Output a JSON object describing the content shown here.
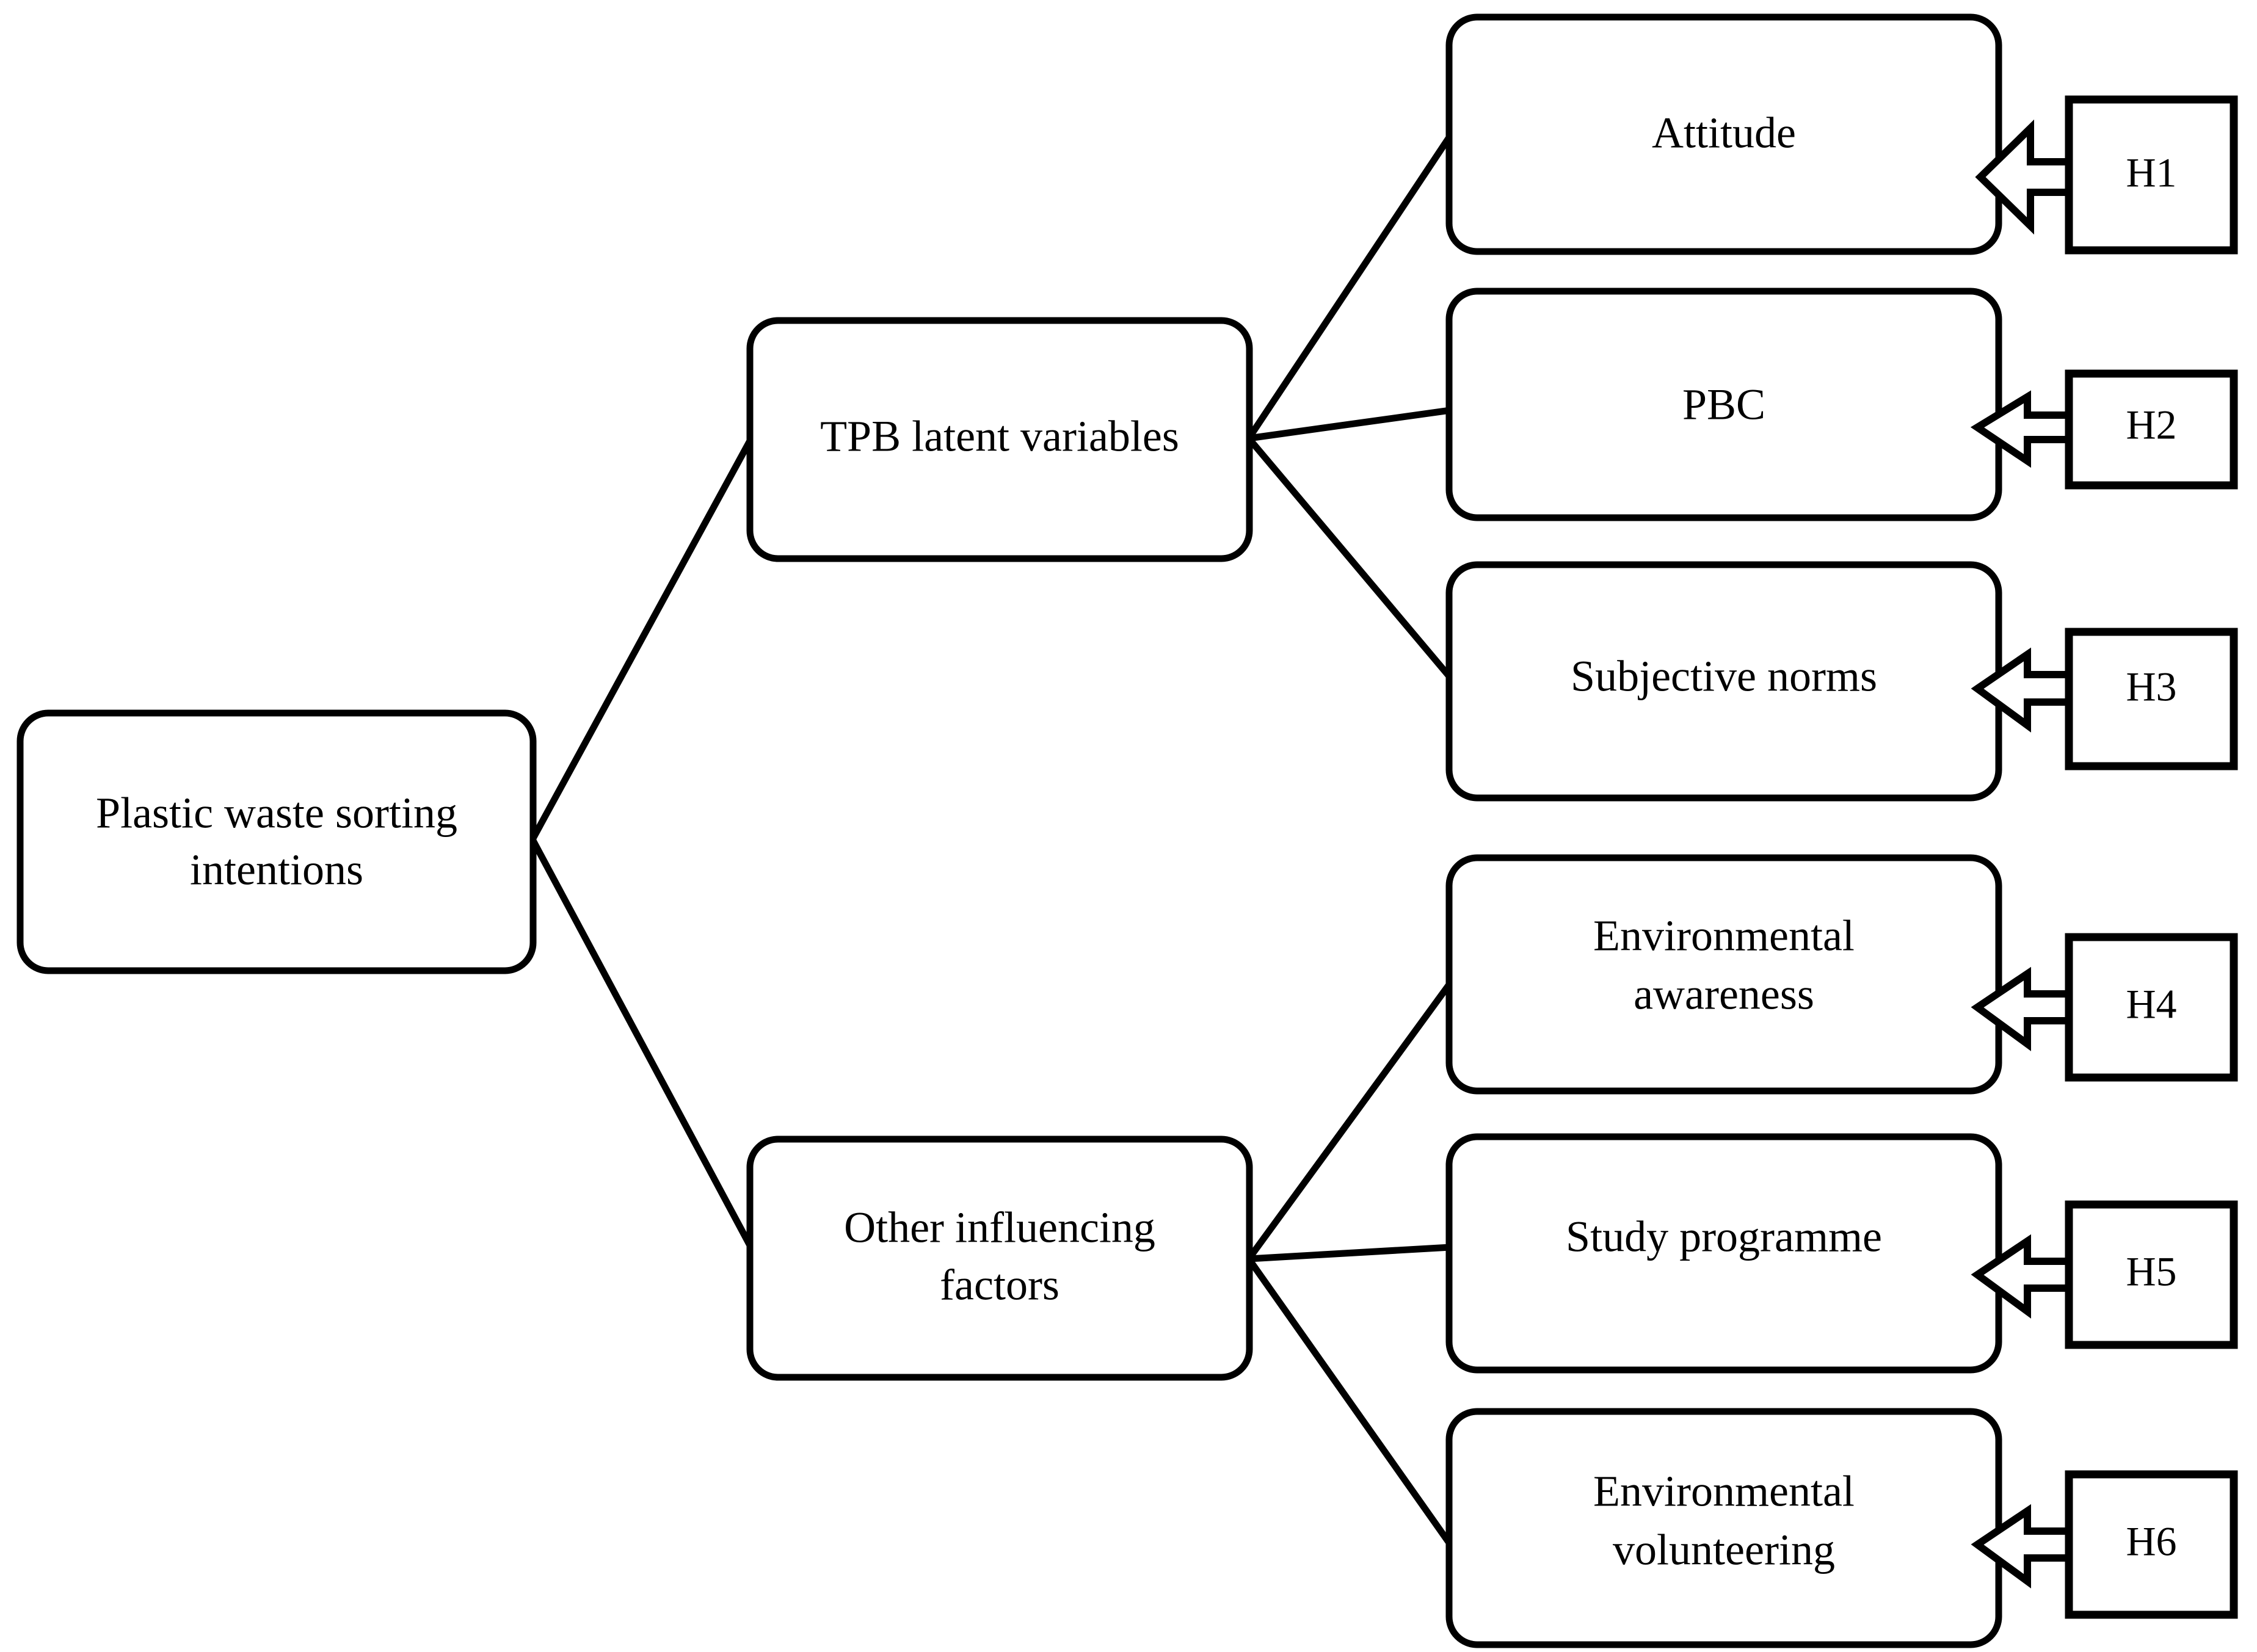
{
  "diagram": {
    "type": "hierarchy-tree",
    "orientation": "left-to-right",
    "root": {
      "id": "root",
      "label_line1": "Plastic waste sorting",
      "label_line2": "intentions"
    },
    "branches": [
      {
        "id": "tpb",
        "label_line1": "TPB latent variables",
        "label_line2": "",
        "children": [
          "attitude",
          "pbc",
          "subjective-norms"
        ]
      },
      {
        "id": "other",
        "label_line1": "Other influencing",
        "label_line2": "factors",
        "children": [
          "env-awareness",
          "study-programme",
          "env-volunteering"
        ]
      }
    ],
    "leaves": [
      {
        "id": "attitude",
        "label_line1": "Attitude",
        "label_line2": "",
        "hypothesis": "H1"
      },
      {
        "id": "pbc",
        "label_line1": "PBC",
        "label_line2": "",
        "hypothesis": "H2"
      },
      {
        "id": "subjective-norms",
        "label_line1": "Subjective norms",
        "label_line2": "",
        "hypothesis": "H3"
      },
      {
        "id": "env-awareness",
        "label_line1": "Environmental",
        "label_line2": "awareness",
        "hypothesis": "H4"
      },
      {
        "id": "study-programme",
        "label_line1": "Study programme",
        "label_line2": "",
        "hypothesis": "H5"
      },
      {
        "id": "env-volunteering",
        "label_line1": "Environmental",
        "label_line2": "volunteering",
        "hypothesis": "H6"
      }
    ],
    "hypotheses": [
      {
        "id": "h1",
        "label": "H1"
      },
      {
        "id": "h2",
        "label": "H2"
      },
      {
        "id": "h3",
        "label": "H3"
      },
      {
        "id": "h4",
        "label": "H4"
      },
      {
        "id": "h5",
        "label": "H5"
      },
      {
        "id": "h6",
        "label": "H6"
      }
    ],
    "colors": {
      "stroke": "#000000",
      "fill": "#ffffff",
      "background": "#ffffff"
    }
  }
}
